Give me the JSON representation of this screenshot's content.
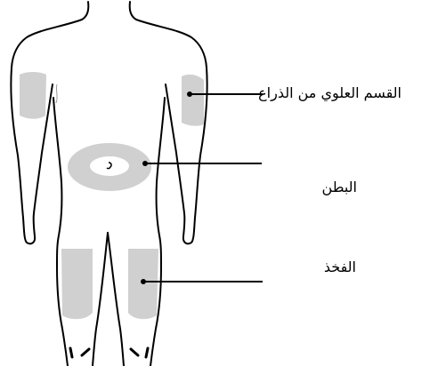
{
  "labels": {
    "upper_arm": "القسم العلوي من الذراع",
    "abdomen": "البطن",
    "thigh": "الفخذ"
  },
  "colors": {
    "outline": "#000000",
    "injection_area": "#d0d0d0",
    "background": "#ffffff"
  }
}
